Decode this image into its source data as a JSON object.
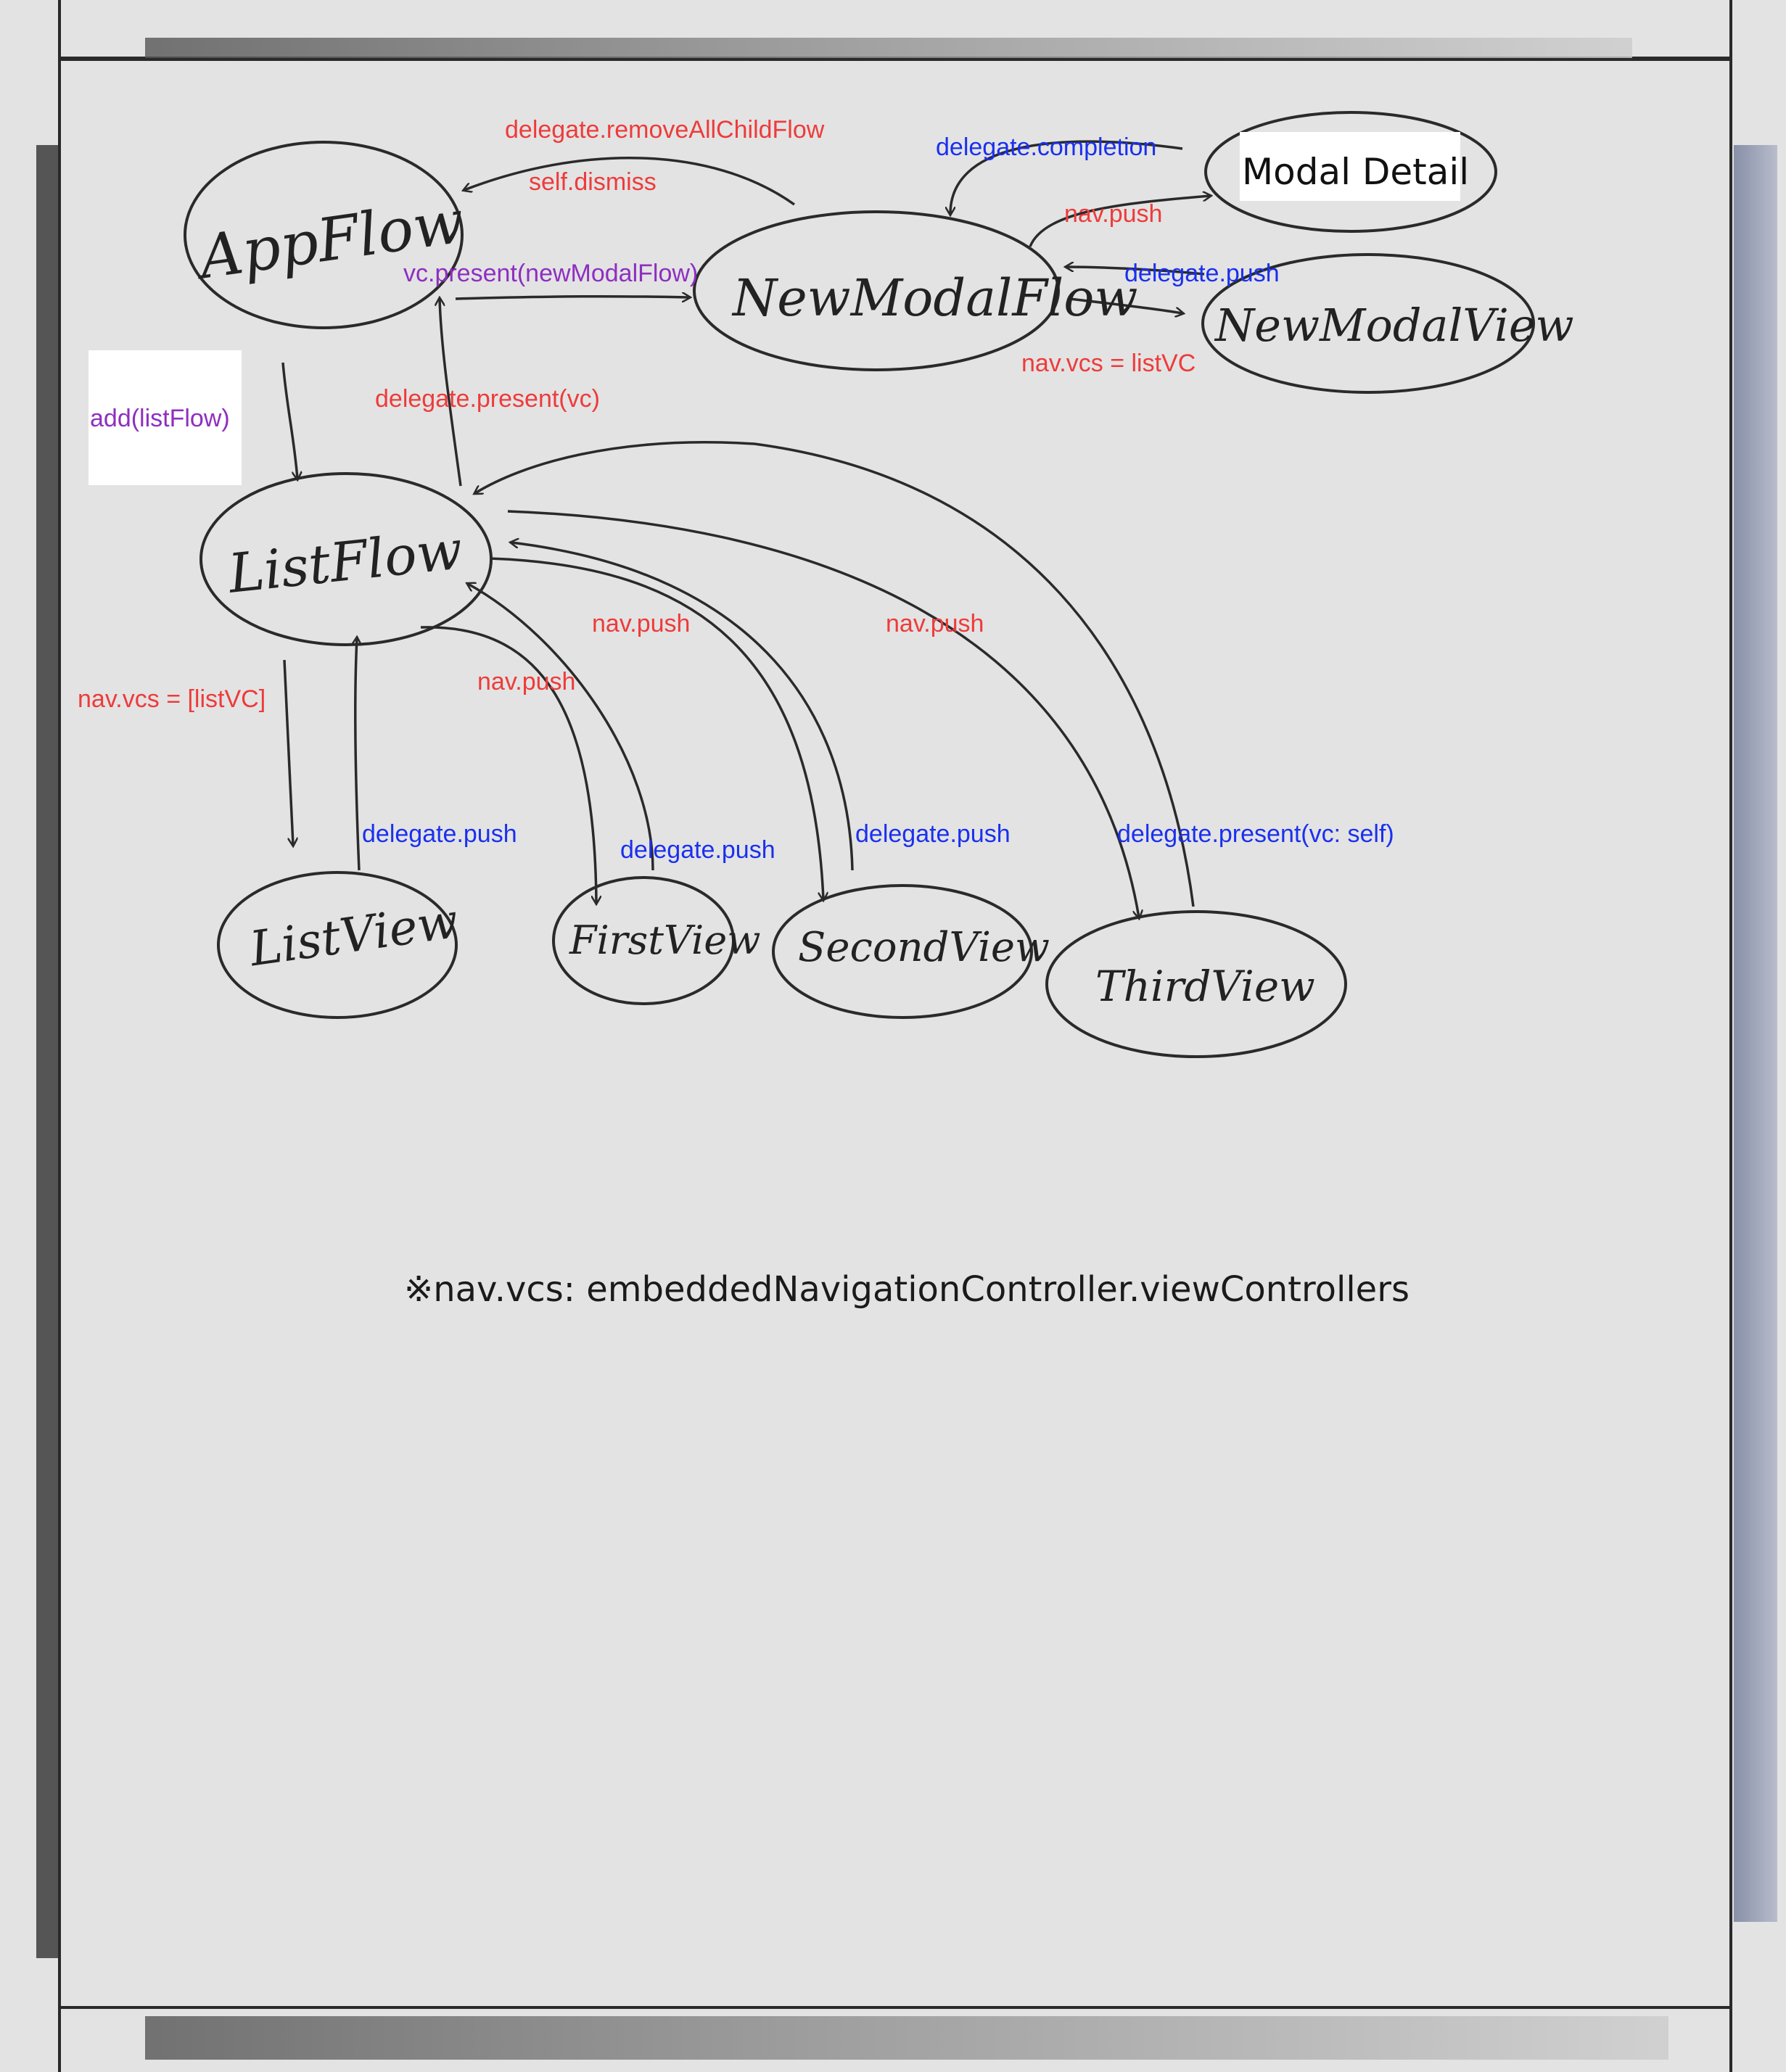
{
  "colors": {
    "board": "#e3e3e3",
    "ink": "#2a2a2a",
    "red": "#ee3b3b",
    "blue": "#1a30ee",
    "purple": "#8e2fc0"
  },
  "nodes": {
    "app_flow": "AppFlow",
    "new_modal_flow": "NewModalFlow",
    "modal_detail": "Modal Detail",
    "new_modal_view": "NewModalView",
    "list_flow": "ListFlow",
    "list_view": "ListView",
    "first_view": "FirstView",
    "second_view": "SecondView",
    "third_view": "ThirdView"
  },
  "edges": {
    "remove_all_child_flow": "delegate.removeAllChildFlow",
    "self_dismiss": "self.dismiss",
    "delegate_completion": "delegate.completion",
    "nav_push_modal_detail": "nav.push",
    "vc_present_new_modal_flow": "vc.present(newModalFlow)",
    "delegate_push_new_modal_view": "delegate.push",
    "nav_vcs_list_vc": "nav.vcs = listVC",
    "add_list_flow": "add(listFlow)",
    "delegate_present_vc": "delegate.present(vc)",
    "nav_push_second": "nav.push",
    "nav_push_third": "nav.push",
    "nav_push_first": "nav.push",
    "nav_vcs_list_vc_array": "nav.vcs = [listVC]",
    "delegate_push_list_view": "delegate.push",
    "delegate_push_first_view": "delegate.push",
    "delegate_push_second_view": "delegate.push",
    "delegate_present_vc_self": "delegate.present(vc: self)"
  },
  "footnote": "※nav.vcs: embeddedNavigationController.viewControllers"
}
